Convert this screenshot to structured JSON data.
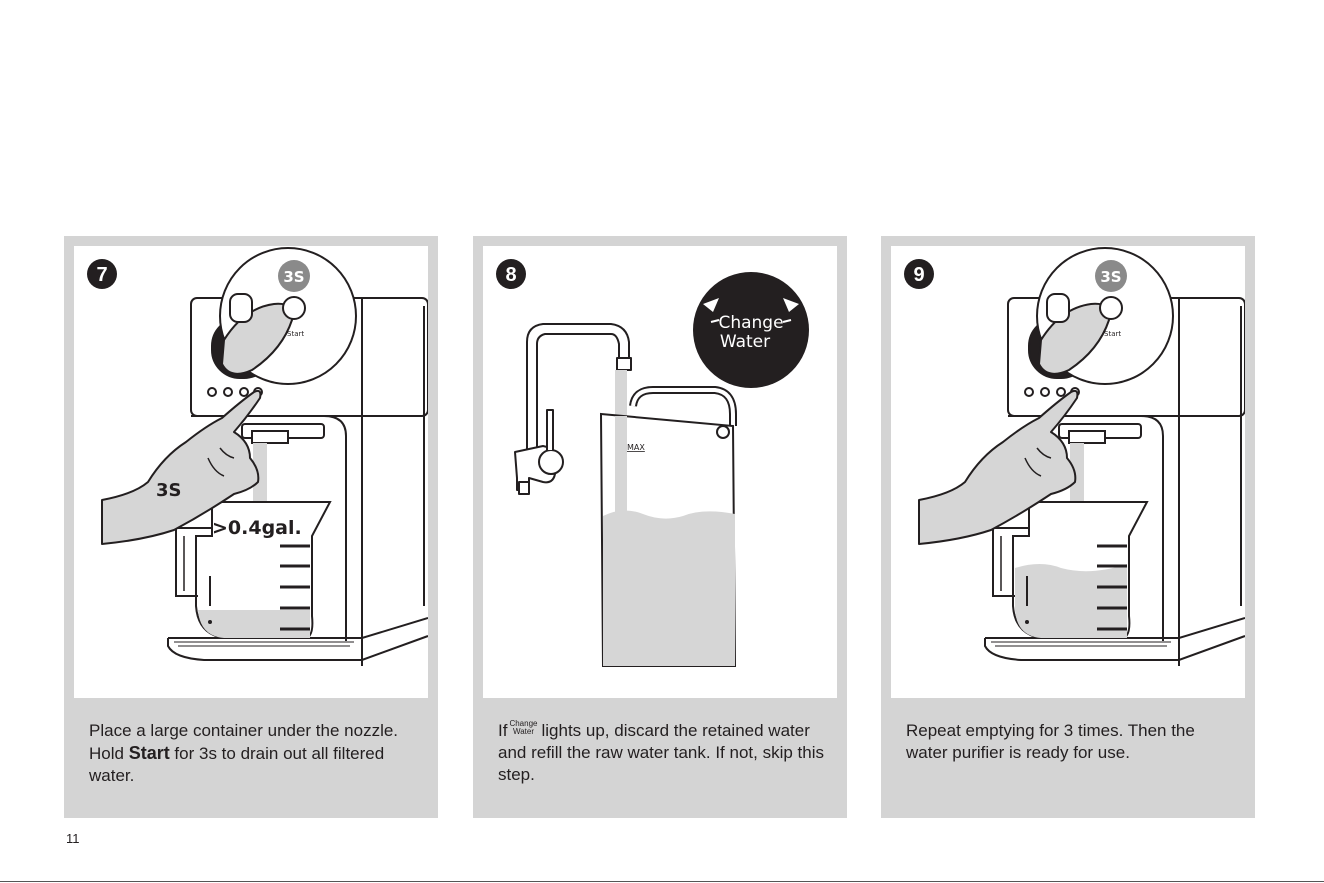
{
  "page_number": "11",
  "steps": [
    {
      "number": "7",
      "badge": "3S",
      "start_label": "Start",
      "hand_label": "3S",
      "volume_label": ">0.4gal.",
      "caption_before": "Place a large container under the nozzle. Hold ",
      "caption_bold": "Start",
      "caption_after": " for 3s to drain out all filtered water."
    },
    {
      "number": "8",
      "indicator_line1": "Change",
      "indicator_line2": "Water",
      "tank_max_label": "MAX",
      "caption_if": "If",
      "caption_mini_line1": "Change",
      "caption_mini_line2": "Water",
      "caption_rest": "lights up, discard the retained water and refill the raw water tank. If not, skip this step."
    },
    {
      "number": "9",
      "badge": "3S",
      "start_label": "Start",
      "caption": "Repeat emptying for 3 times. Then the water purifier is ready for use."
    }
  ]
}
